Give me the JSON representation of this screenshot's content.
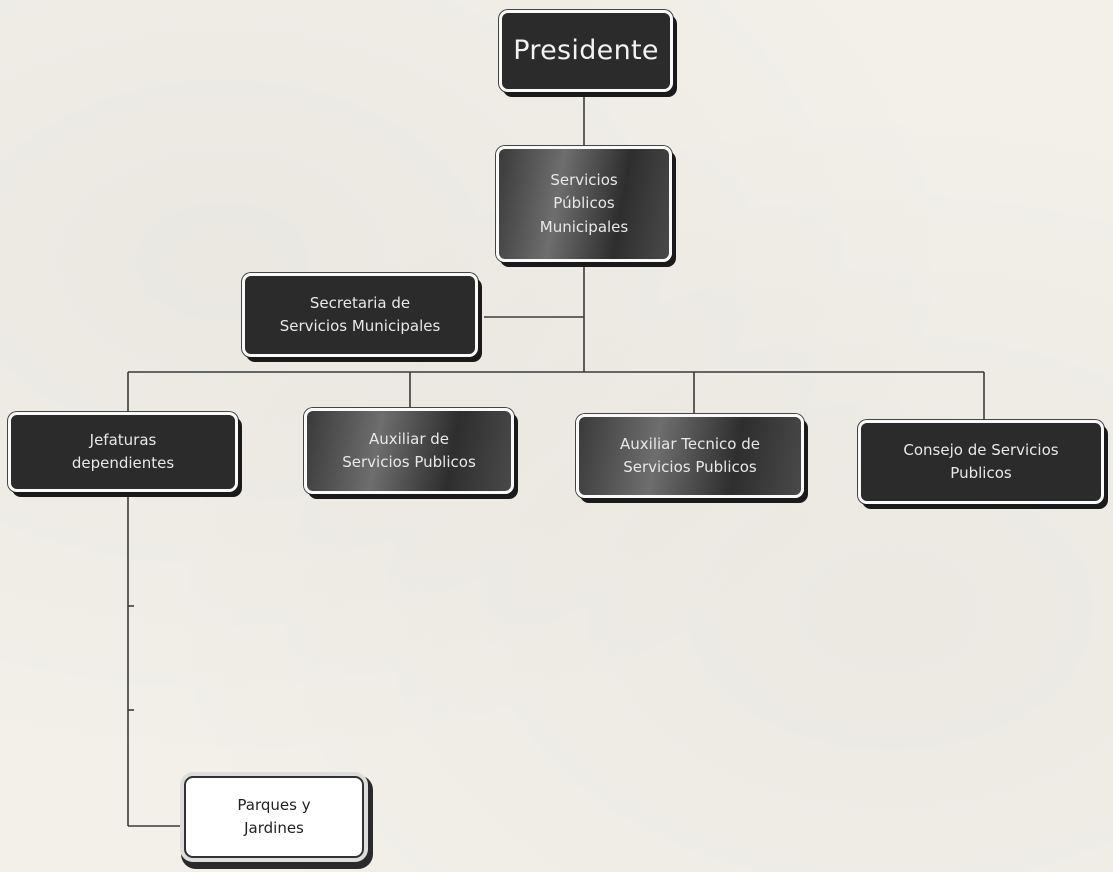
{
  "diagram": {
    "nodes": {
      "presidente": "Presidente",
      "servicios_publicos_municipales": "Servicios\nPúblicos\nMunicipales",
      "secretaria": "Secretaria de\nServicios Municipales",
      "jefaturas": "Jefaturas\ndependientes",
      "auxiliar_servicios": "Auxiliar de\nServicios Publicos",
      "auxiliar_tecnico": "Auxiliar Tecnico de\nServicios Publicos",
      "consejo": "Consejo de Servicios\nPublicos",
      "parques": "Parques y\nJardines"
    }
  }
}
